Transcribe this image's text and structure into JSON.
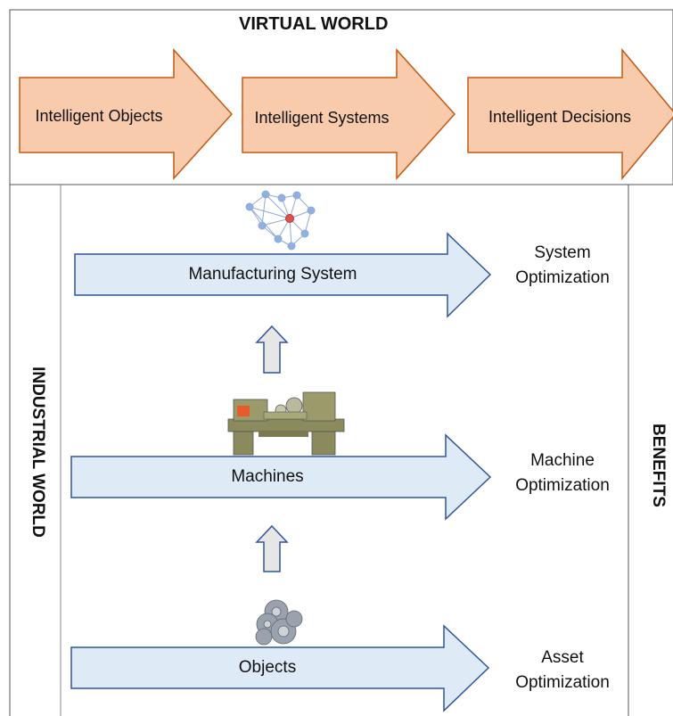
{
  "virtual_world": {
    "title": "VIRTUAL WORLD",
    "stages": [
      {
        "label": "Intelligent Objects"
      },
      {
        "label": "Intelligent Systems"
      },
      {
        "label": "Intelligent Decisions"
      }
    ]
  },
  "industrial_world": {
    "title": "INDUSTRIAL WORLD",
    "levels": [
      {
        "label": "Manufacturing System",
        "icon": "network-graph-icon"
      },
      {
        "label": "Machines",
        "icon": "lathe-machine-icon"
      },
      {
        "label": "Objects",
        "icon": "gears-icon"
      }
    ]
  },
  "benefits": {
    "title": "BENEFITS",
    "items": [
      {
        "line1": "System",
        "line2": "Optimization"
      },
      {
        "line1": "Machine",
        "line2": "Optimization"
      },
      {
        "line1": "Asset",
        "line2": "Optimization"
      }
    ]
  },
  "colors": {
    "virtual_arrow_fill": "#f8cbad",
    "virtual_arrow_stroke": "#c55a11",
    "industrial_arrow_fill": "#deebf7",
    "industrial_arrow_stroke": "#2f5597",
    "up_arrow_fill": "#e7e6e6",
    "up_arrow_stroke": "#2f5597"
  }
}
